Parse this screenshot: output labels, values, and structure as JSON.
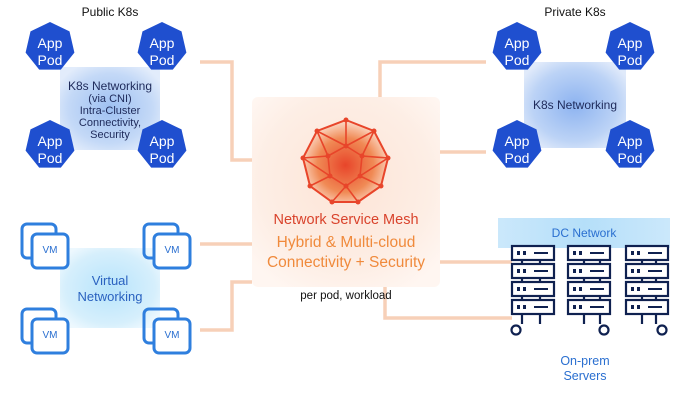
{
  "groups": {
    "public_k8s": {
      "title": "Public K8s",
      "networking": {
        "title": "K8s Networking",
        "line2": "(via CNI)",
        "line3": "Intra-Cluster",
        "line4": "Connectivity,",
        "line5": "Security"
      },
      "pods": [
        {
          "line1": "App",
          "line2": "Pod"
        },
        {
          "line1": "App",
          "line2": "Pod"
        },
        {
          "line1": "App",
          "line2": "Pod"
        },
        {
          "line1": "App",
          "line2": "Pod"
        }
      ]
    },
    "private_k8s": {
      "title": "Private K8s",
      "networking": {
        "title": "K8s Networking"
      },
      "pods": [
        {
          "line1": "App",
          "line2": "Pod"
        },
        {
          "line1": "App",
          "line2": "Pod"
        },
        {
          "line1": "App",
          "line2": "Pod"
        },
        {
          "line1": "App",
          "line2": "Pod"
        }
      ]
    },
    "virtual": {
      "networking": {
        "line1": "Virtual",
        "line2": "Networking"
      },
      "vms": [
        "VM",
        "VM",
        "VM",
        "VM"
      ]
    },
    "onprem": {
      "network_label": "DC Network",
      "servers_line1": "On-prem",
      "servers_line2": "Servers"
    }
  },
  "center": {
    "title": "Network Service Mesh",
    "subtitle_line1": "Hybrid & Multi-cloud",
    "subtitle_line2": "Connectivity + Security",
    "caption": "per pod, workload"
  },
  "colors": {
    "pod_blue": "#1f4fcf",
    "text_blue": "#2a62c0",
    "connector_orange": "#f7d0b8",
    "mesh_red": "#e8452a",
    "mesh_title": "#d9432c",
    "mesh_subtitle": "#f08a3c",
    "vm_blue": "#2f7fde",
    "server_navy": "#0f2150",
    "dc_network_text": "#2a6fd0"
  },
  "icons": {
    "pod": "heptagon-pod-icon",
    "vm": "vm-stack-icon",
    "server": "server-rack-icon",
    "mesh": "geodesic-sphere-icon"
  }
}
